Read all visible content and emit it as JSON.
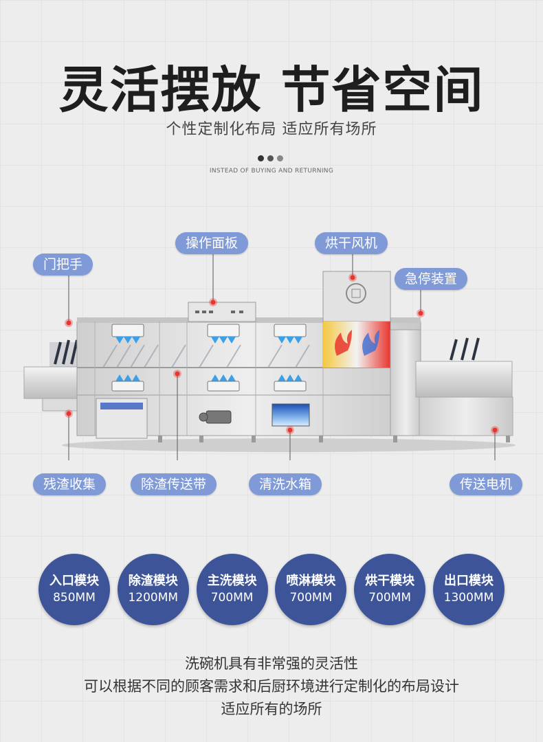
{
  "header": {
    "title": "灵活摆放 节省空间",
    "subtitle": "个性定制化布局 适应所有场所",
    "tagline": "INSTEAD OF BUYING AND RETURNING"
  },
  "callouts": [
    {
      "id": "door-handle",
      "label": "门把手"
    },
    {
      "id": "control-panel",
      "label": "操作面板"
    },
    {
      "id": "drying-fan",
      "label": "烘干风机"
    },
    {
      "id": "emergency-stop",
      "label": "急停装置"
    },
    {
      "id": "residue-collection",
      "label": "残渣收集"
    },
    {
      "id": "residue-conveyor",
      "label": "除渣传送带"
    },
    {
      "id": "wash-tank",
      "label": "清洗水箱"
    },
    {
      "id": "conveyor-motor",
      "label": "传送电机"
    }
  ],
  "modules": [
    {
      "name": "入口模块",
      "size": "850MM"
    },
    {
      "name": "除渣模块",
      "size": "1200MM"
    },
    {
      "name": "主洗模块",
      "size": "700MM"
    },
    {
      "name": "喷淋模块",
      "size": "700MM"
    },
    {
      "name": "烘干模块",
      "size": "700MM"
    },
    {
      "name": "出口模块",
      "size": "1300MM"
    }
  ],
  "description": {
    "line1": "洗碗机具有非常强的灵活性",
    "line2": "可以根据不同的顾客需求和后厨环境进行定制化的布局设计",
    "line3": "适应所有的场所"
  },
  "colors": {
    "callout": "#7f9ad6",
    "module": "#3d5598",
    "marker": "#e8362e",
    "dots": [
      "#333333",
      "#555555",
      "#888888"
    ]
  }
}
